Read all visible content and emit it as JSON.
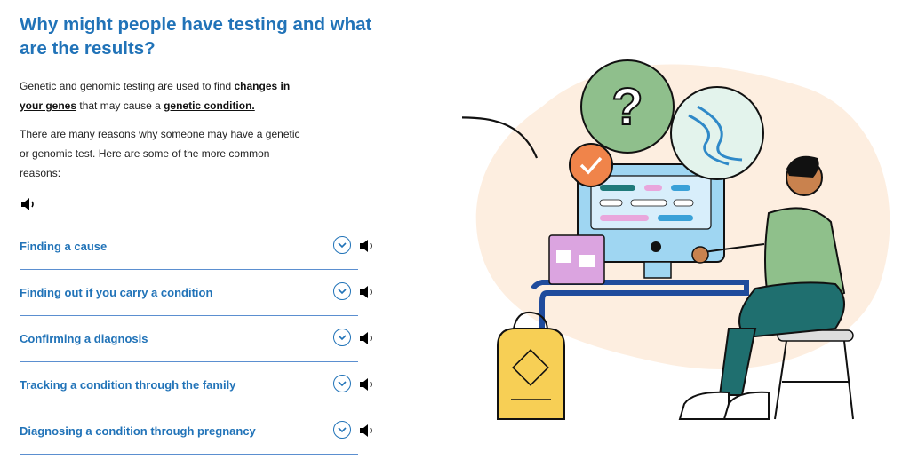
{
  "heading": "Why might people have testing and what are the results?",
  "intro": {
    "text_before": "Genetic and genomic testing are used to find ",
    "link1": "changes in your genes",
    "text_middle": " that may cause a ",
    "link2": "genetic condition."
  },
  "intro2": "There are many reasons why someone may have a genetic or genomic test. Here are some of the more common reasons:",
  "accordion": [
    {
      "label": "Finding a cause"
    },
    {
      "label": "Finding out if you carry a condition"
    },
    {
      "label": "Confirming a diagnosis"
    },
    {
      "label": "Tracking a condition through the family"
    },
    {
      "label": "Diagnosing a condition through pregnancy"
    }
  ],
  "colors": {
    "heading_blue": "#2173b8",
    "divider_blue": "#5b8fd0",
    "blob_peach": "#fdeee0",
    "green_circle": "#8fbf8c",
    "mint_circle": "#e3f3ec",
    "orange_check": "#f0844a",
    "monitor_blue": "#9fd6f2"
  }
}
